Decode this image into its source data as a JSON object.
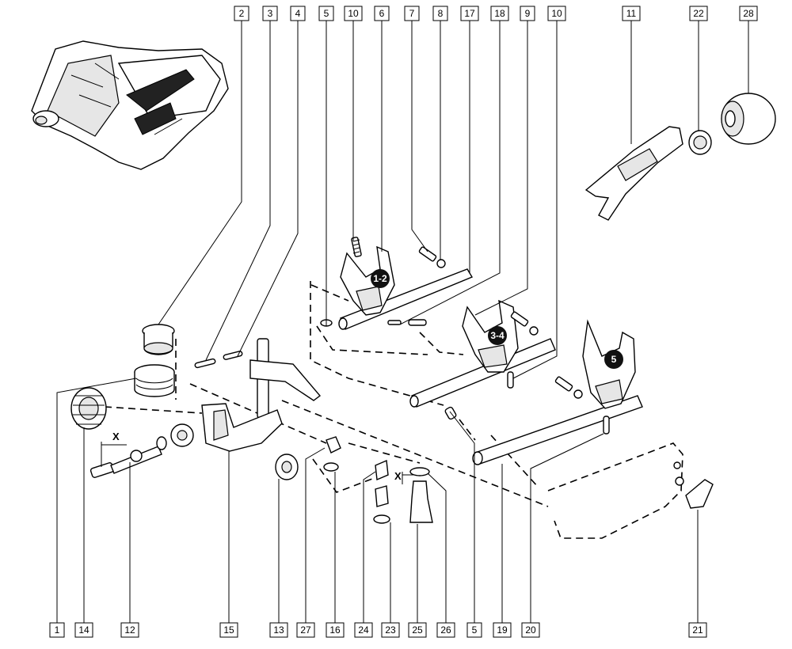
{
  "callouts_top": [
    "2",
    "3",
    "4",
    "5",
    "10",
    "6",
    "7",
    "8",
    "17",
    "18",
    "9",
    "10",
    "11",
    "22",
    "28"
  ],
  "callouts_bottom": [
    "1",
    "14",
    "12",
    "15",
    "13",
    "27",
    "16",
    "24",
    "23",
    "25",
    "26",
    "5",
    "19",
    "20",
    "21"
  ],
  "fork_badges": [
    "1-2",
    "3-4",
    "5"
  ],
  "dimension_marks": [
    "X",
    "X"
  ]
}
